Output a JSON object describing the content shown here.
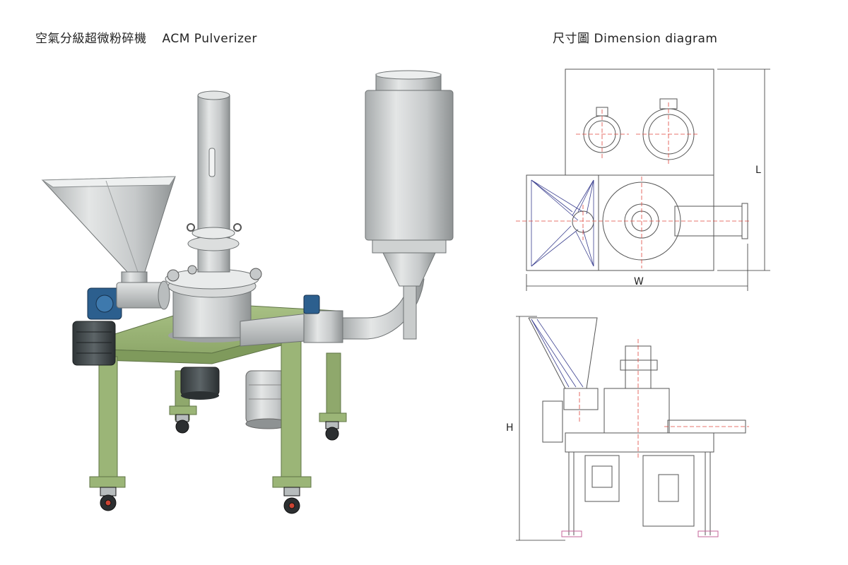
{
  "product": {
    "title_zh": "空氣分級超微粉碎機",
    "title_en": "ACM Pulverizer"
  },
  "diagram": {
    "title_zh": "尺寸圖",
    "title_en": "Dimension diagram",
    "label_L": "L",
    "label_W": "W",
    "label_H": "H"
  },
  "colors": {
    "frame_green": "#9bb577",
    "steel": "#c9cccc",
    "steel_dark": "#9a9e9f",
    "motor_blue": "#2c5f8e",
    "motor_dark": "#3b4346",
    "centerline_red": "#e0473e",
    "hopper_line_blue": "#3a3f8f",
    "outline": "#555555"
  }
}
